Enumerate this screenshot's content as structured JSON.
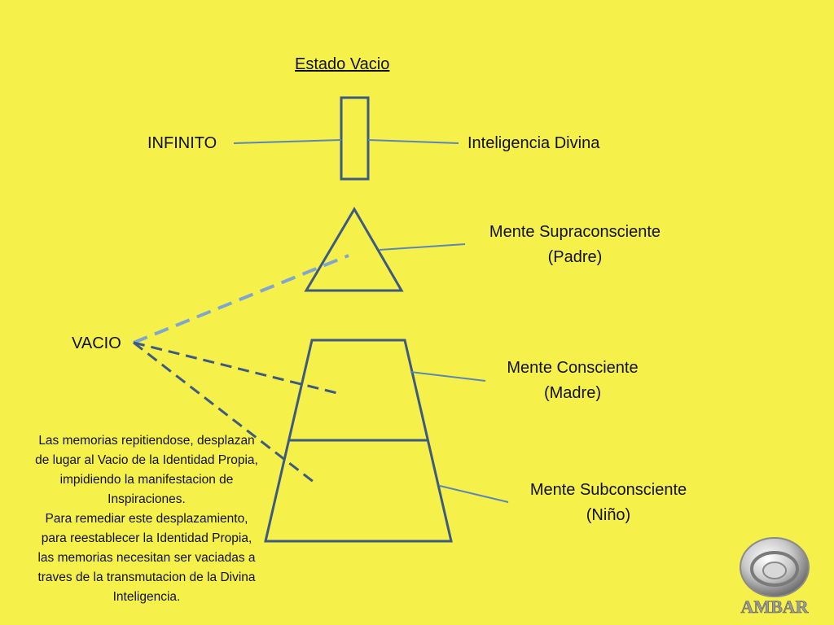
{
  "title": "Estado  Vacio",
  "labels": {
    "infinito": "INFINITO",
    "inteligencia": "Inteligencia Divina",
    "supra_line1": "Mente Supraconsciente",
    "supra_line2": "(Padre)",
    "vacio": "VACIO",
    "consciente_line1": "Mente Consciente",
    "consciente_line2": "(Madre)",
    "subconsciente_line1": "Mente Subconsciente",
    "subconsciente_line2": "(Niño)"
  },
  "note": {
    "lines": [
      "Las memorias repitiendose, desplazan",
      "de lugar al Vacio de la Identidad Propia,",
      "impidiendo la manifestacion de",
      "Inspiraciones.",
      "Para remediar este desplazamiento,",
      "para reestablecer la Identidad Propia,",
      "las memorias necesitan ser vaciadas a",
      "traves de la transmutacion de la Divina",
      "Inteligencia."
    ]
  },
  "logo": {
    "text": "AMBAR"
  },
  "colors": {
    "background": "#f5f04a",
    "shape_stroke": "#3d5a80",
    "connector": "#5b87b5",
    "dashed": "#7fa6cf"
  }
}
